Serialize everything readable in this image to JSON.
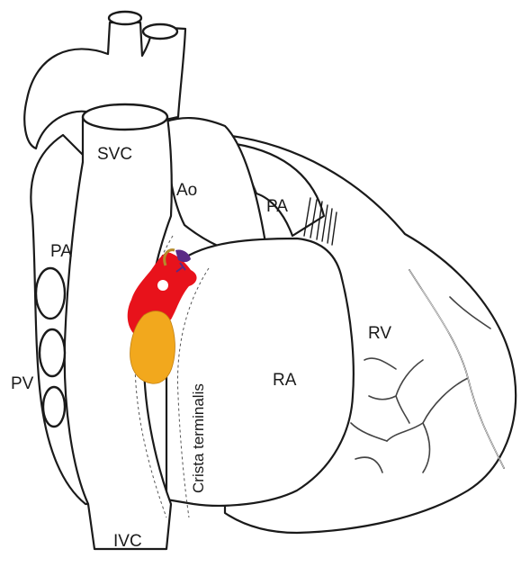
{
  "labels": {
    "svc": "SVC",
    "ao": "Ao",
    "pa_top": "PA",
    "pa_left": "PA",
    "pv": "PV",
    "ra": "RA",
    "rv": "RV",
    "ivc": "IVC",
    "crista": "Crista terminalis"
  },
  "colors": {
    "map_red": "#e8121b",
    "map_yellow": "#f2a81d",
    "map_purple": "#5b2a86",
    "outline": "#1a1a1a"
  }
}
